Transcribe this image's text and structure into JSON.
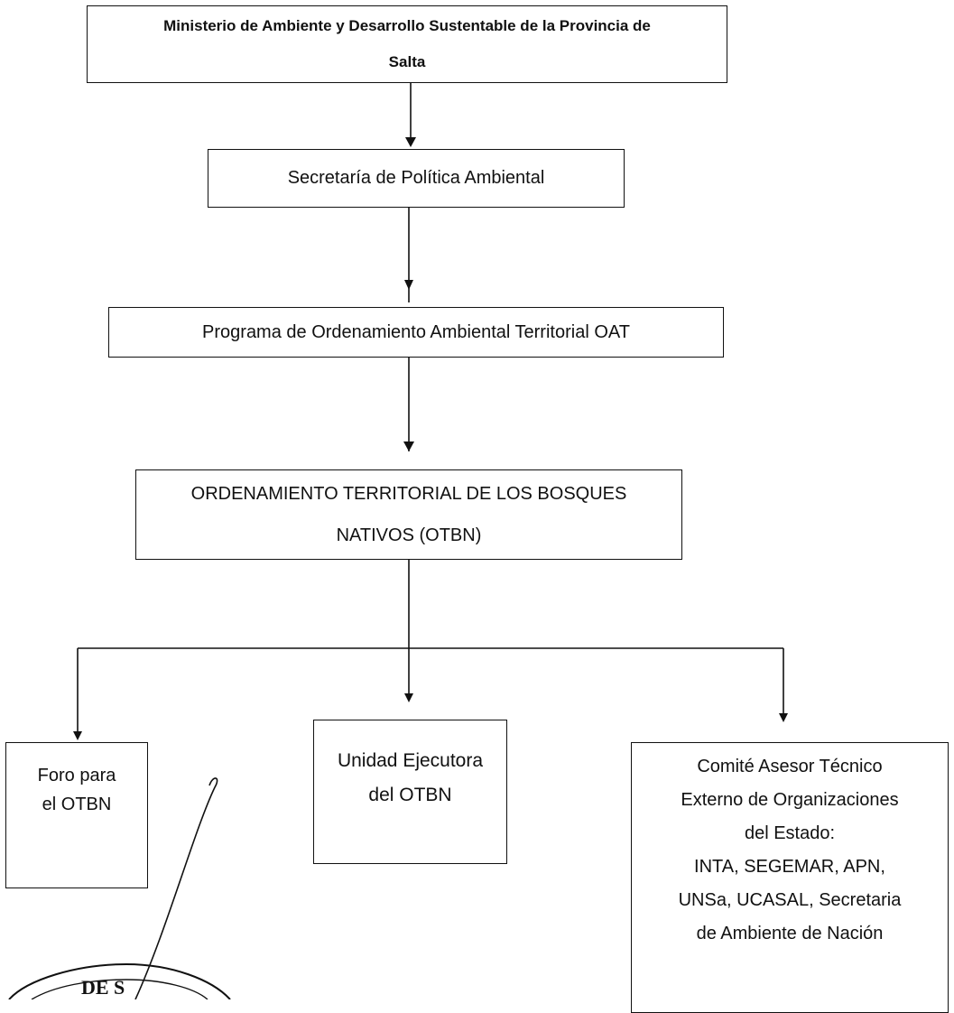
{
  "diagram": {
    "boxes": [
      {
        "id": "ministerio",
        "text": "Ministerio de Ambiente y Desarrollo Sustentable de la Provincia de\nSalta"
      },
      {
        "id": "secretaria",
        "text": "Secretaría de Política Ambiental"
      },
      {
        "id": "programa",
        "text": "Programa de Ordenamiento Ambiental Territorial OAT"
      },
      {
        "id": "otbn",
        "text": "ORDENAMIENTO TERRITORIAL DE LOS BOSQUES\nNATIVOS (OTBN)"
      },
      {
        "id": "foro",
        "text": "Foro para\nel OTBN"
      },
      {
        "id": "unidad",
        "text": "Unidad Ejecutora\ndel OTBN"
      },
      {
        "id": "comite",
        "text": "Comité Asesor Técnico\nExterno de Organizaciones\ndel Estado:\nINTA, SEGEMAR, APN,\nUNSa, UCASAL, Secretaria\nde Ambiente de Nación"
      }
    ],
    "seal_text": "DE S",
    "line_color": "#111111"
  }
}
